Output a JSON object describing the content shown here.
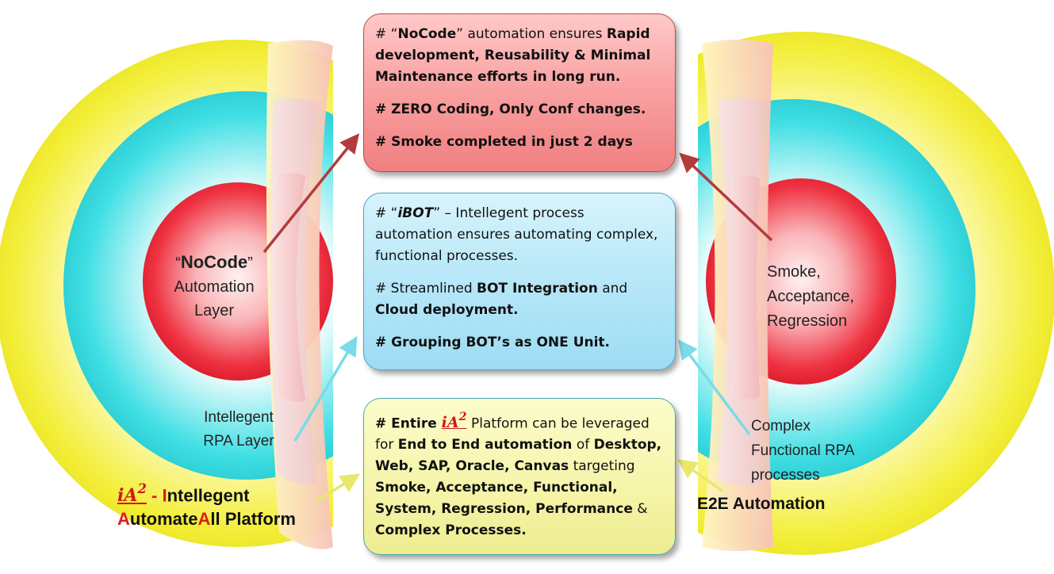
{
  "colors": {
    "outer_ring": "#f2ef3a",
    "middle_ring": "#37d6dc",
    "inner_core": "#ef2b3a",
    "arrow_red": "#b23c3c",
    "arrow_cyan": "#7bdbe6",
    "arrow_yellow": "#e8e86a",
    "box_red": "#f9a3a3",
    "box_blue": "#b9e8f8",
    "box_yellow": "#f5f4a8"
  },
  "left_ellipse": {
    "inner_label": {
      "quote_open": "“",
      "title": "NoCode",
      "quote_close": "”",
      "line2": "Automation",
      "line3": "Layer"
    },
    "middle_label": {
      "line1": "Intellegent",
      "line2": "RPA Layer"
    },
    "brand": {
      "logo": "iA",
      "logo_sup": "2",
      "dash": " - ",
      "w1_first": "I",
      "w1_rest": "ntellegent",
      "w2a_first": "A",
      "w2a_rest": "utomate",
      "w2b_first": "A",
      "w2b_rest": "ll",
      "w3": " Platform"
    }
  },
  "right_ellipse": {
    "inner_label": {
      "line1": "Smoke,",
      "line2": "Acceptance,",
      "line3": "Regression"
    },
    "middle_label": {
      "line1": "Complex",
      "line2": "Functional RPA",
      "line3": "processes"
    },
    "outer_label": "E2E Automation"
  },
  "box_nocode": {
    "p1_a": "# “",
    "p1_b": "NoCode",
    "p1_c": "” automation ensures ",
    "p1_d": "Rapid development, Reusability & Minimal Maintenance efforts in long run.",
    "p2": "# ZERO Coding, Only Conf changes.",
    "p3": "# Smoke completed in just 2 days"
  },
  "box_ibot": {
    "p1_a": "# “",
    "p1_b": "iBOT",
    "p1_c": "” – Intellegent process automation ensures automating complex, functional processes.",
    "p2_a": "# Streamlined ",
    "p2_b": "BOT Integration",
    "p2_c": " and ",
    "p2_d": "Cloud deployment.",
    "p3": "# Grouping BOT’s as ONE Unit."
  },
  "box_platform": {
    "a": "# Entire ",
    "logo": "iA",
    "logo_sup": "2",
    "b": "  Platform can be leveraged for ",
    "c": "End to End automation",
    "d": " of ",
    "e": "Desktop, Web, SAP, Oracle, Canvas",
    "f": " targeting ",
    "g": "Smoke, Acceptance, Functional, System, Regression, Performance",
    "h": " & ",
    "i": "Complex Processes."
  }
}
